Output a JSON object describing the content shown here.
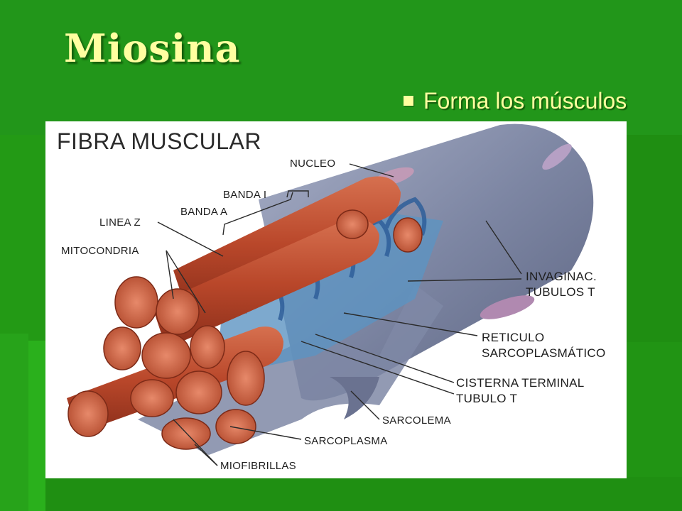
{
  "slide": {
    "title": "Miosina",
    "bullet": "Forma los músculos"
  },
  "figure": {
    "title": "FIBRA MUSCULAR",
    "labels": {
      "nucleo": "NUCLEO",
      "banda_i": "BANDA I",
      "banda_a": "BANDA A",
      "linea_z": "LINEA Z",
      "mitocondria": "MITOCONDRIA",
      "invaginac": "INVAGINAC.",
      "tubulos_t": "TUBULOS T",
      "reticulo": "RETICULO",
      "sarcoplasmatico": "SARCOPLASMÁTICO",
      "cisterna": "CISTERNA TERMINAL",
      "tubulo_t": "TUBULO T",
      "sarcolema": "SARCOLEMA",
      "sarcoplasma": "SARCOPLASMA",
      "miofibrillas": "MIOFIBRILLAS"
    }
  },
  "colors": {
    "background": "#239a15",
    "title_text": "#ffffa0",
    "figure_background": "#ffffff",
    "muscle_red": "#b9472a",
    "tubule_blue": "#3a7fb8",
    "sarcolemma_gray": "#8b93ad"
  },
  "icons": {
    "bullet": "square-bullet-icon"
  }
}
